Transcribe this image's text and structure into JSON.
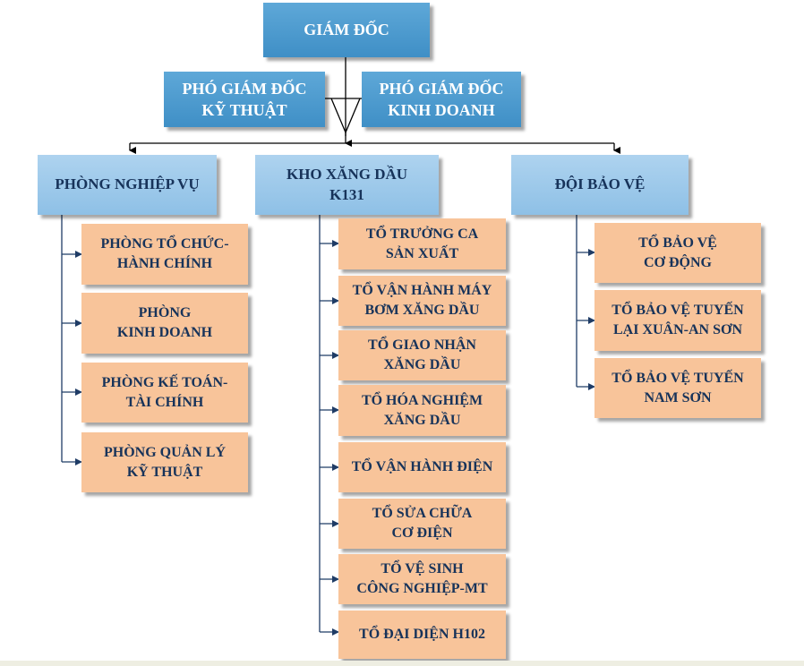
{
  "chart": {
    "director": "GIÁM ĐỐC",
    "deputy_technical": "PHÓ GIÁM ĐỐC\nKỸ THUẬT",
    "deputy_business": "PHÓ GIÁM ĐỐC\nKINH DOANH",
    "departments": {
      "operations": {
        "label": "PHÒNG NGHIỆP VỤ",
        "units": [
          "PHÒNG TỔ CHỨC-\nHÀNH CHÍNH",
          "PHÒNG\nKINH DOANH",
          "PHÒNG KẾ TOÁN-\nTÀI CHÍNH",
          "PHÒNG QUẢN LÝ\nKỸ THUẬT"
        ]
      },
      "depot": {
        "label": "KHO XĂNG DẦU\nK131",
        "units": [
          "TỔ TRƯỞNG CA\nSẢN XUẤT",
          "TỔ VẬN HÀNH MÁY\nBƠM XĂNG DẦU",
          "TỔ GIAO NHẬN\nXĂNG DẦU",
          "TỔ HÓA NGHIỆM\nXĂNG DẦU",
          "TỔ VẬN HÀNH ĐIỆN",
          "TỔ SỬA CHỮA\nCƠ ĐIỆN",
          "TỔ VỆ SINH\nCÔNG NGHIỆP-MT",
          "TỔ ĐẠI DIỆN H102"
        ]
      },
      "security": {
        "label": "ĐỘI BẢO VỆ",
        "units": [
          "TỔ BẢO VỆ\nCƠ ĐỘNG",
          "TỔ BẢO VỆ TUYẾN\nLẠI XUÂN-AN SƠN",
          "TỔ BẢO VỆ TUYẾN\nNAM SƠN"
        ]
      }
    }
  },
  "colors": {
    "top_box": "#4a9ad0",
    "department_box": "#9dcbec",
    "unit_box": "#f8c49a",
    "text_dark": "#17335a",
    "connector": "#1f3c66",
    "main_arrow": "#000000"
  }
}
